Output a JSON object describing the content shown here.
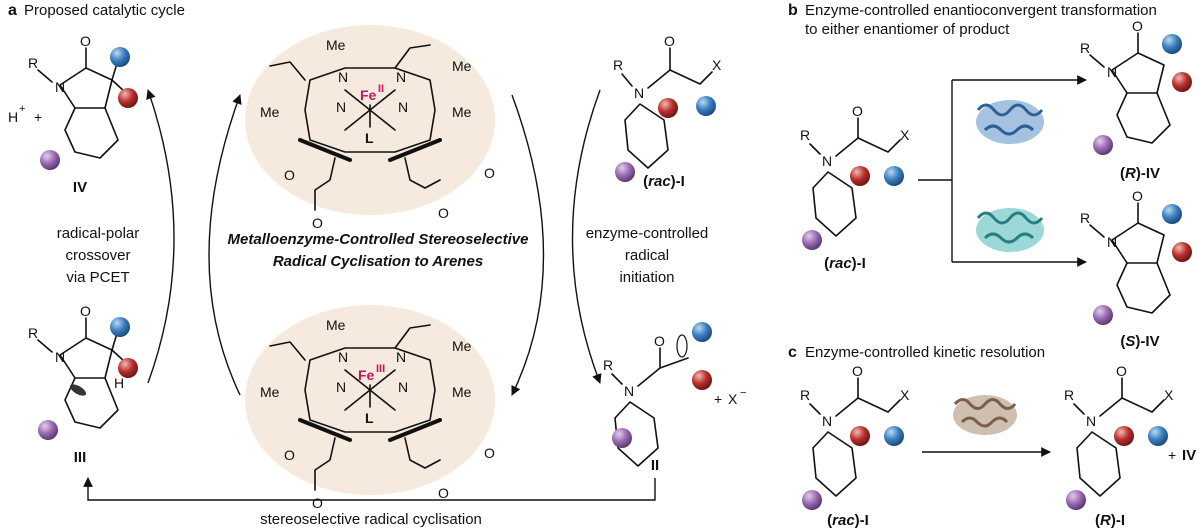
{
  "colors": {
    "blue": "#3a7fbf",
    "red": "#b8302c",
    "purple": "#9a6bb2",
    "metal": "#c2185b",
    "protein_bg": "#f3e2d2",
    "enzyme_blue": "#5b8fc9",
    "enzyme_cyan": "#4bb8b8",
    "enzyme_brown": "#a88a70"
  },
  "panel_a": {
    "letter": "a",
    "title": "Proposed catalytic cycle",
    "center_title_line1": "Metalloenzyme-Controlled Stereoselective",
    "center_title_line2": "Radical Cyclisation to Arenes",
    "left_label": [
      "radical-polar",
      "crossover",
      "via PCET"
    ],
    "right_label": [
      "enzyme-controlled",
      "radical",
      "initiation"
    ],
    "bottom_label": "stereoselective radical cyclisation",
    "top_right_compound": "(rac)-I",
    "rac_prefix": "(",
    "rac_italic": "rac",
    "rac_suffix": ")-I",
    "compound_II": "II",
    "compound_III": "III",
    "compound_IV": "IV",
    "iron_top": "Fe",
    "iron_top_ox": "II",
    "iron_bottom": "Fe",
    "iron_bottom_ox": "III",
    "ligand": "L",
    "methyl": "Me",
    "nitrogen": "N",
    "halide": "X",
    "halide_anion_charge": "−",
    "plus": "+",
    "proton": "H",
    "hydrogen": "H",
    "R": "R",
    "O": "O"
  },
  "panel_b": {
    "letter": "b",
    "title_line1": "Enzyme-controlled enantioconvergent transformation",
    "title_line2": "to either enantiomer of product",
    "substrate_italic": "rac",
    "product_R_letter": "R",
    "product_S_letter": "S",
    "product_suffix": ")-IV"
  },
  "panel_c": {
    "letter": "c",
    "title": "Enzyme-controlled kinetic resolution",
    "substrate_italic": "rac",
    "product_letter": "R",
    "product_suffix": ")-I",
    "coproduct": "IV"
  }
}
